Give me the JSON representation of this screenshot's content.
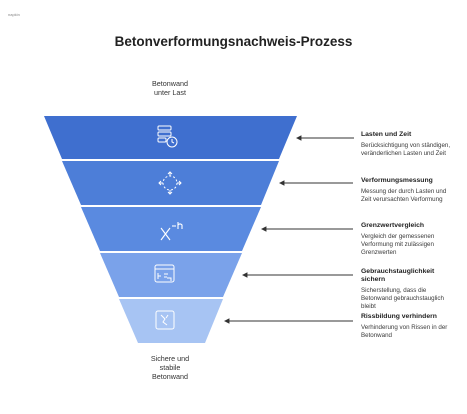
{
  "logo": {
    "text": "napkin"
  },
  "title": "Betonverformungsnachweis-Prozess",
  "top_label": "Betonwand\nunter Last",
  "bottom_label": "Sichere und\nstabile\nBetonwand",
  "colors": {
    "stage1": "#3f6fcf",
    "stage2": "#4d7ed8",
    "stage3": "#5a8ae0",
    "stage4": "#7aa2ea",
    "stage5": "#a7c4f3",
    "arrow": "#333333"
  },
  "steps": [
    {
      "icon": "server-clock-icon",
      "title": "Lasten und Zeit",
      "description": "Berücksichtigung von ständigen, veränderlichen Lasten und Zeit"
    },
    {
      "icon": "expand-arrows-icon",
      "title": "Verformungsmessung",
      "description": "Messung der durch Lasten und Zeit verursachten Verformung"
    },
    {
      "icon": "x-power-icon",
      "title": "Grenzwertvergleich",
      "description": "Vergleich der gemessenen Verformung mit zulässigen Grenzwerten"
    },
    {
      "icon": "dashboard-icon",
      "title": "Gebrauchstauglichkeit sichern",
      "description": "Sicherstellung, dass die Betonwand gebrauchstauglich bleibt"
    },
    {
      "icon": "broken-square-icon",
      "title": "Rissbildung verhindern",
      "description": "Verhinderung von Rissen in der Betonwand"
    }
  ]
}
